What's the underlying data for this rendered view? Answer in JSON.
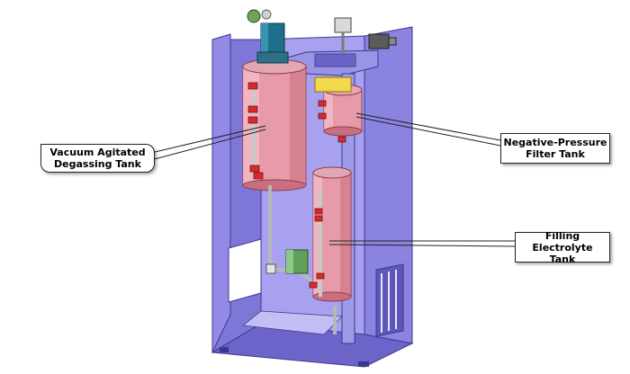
{
  "labels": {
    "degassing": "Vacuum Agitated\nDegassing Tank",
    "filter": "Negative-Pressure\nFilter Tank",
    "filling": "Filling Electrolyte\nTank"
  },
  "colors": {
    "frame": "#8880dd",
    "frame_dark": "#5e57b8",
    "frame_light": "#a8a2ee",
    "tank": "#e89aa8",
    "tank_shade": "#c8707f",
    "valve_red": "#d8282c",
    "motor_blue": "#1e6e8a",
    "pump_green": "#5fa05a",
    "pipe_gray": "#b8b8b8"
  },
  "icons": [
    "motor-icon",
    "valve-icon",
    "pump-icon",
    "gauge-icon"
  ]
}
